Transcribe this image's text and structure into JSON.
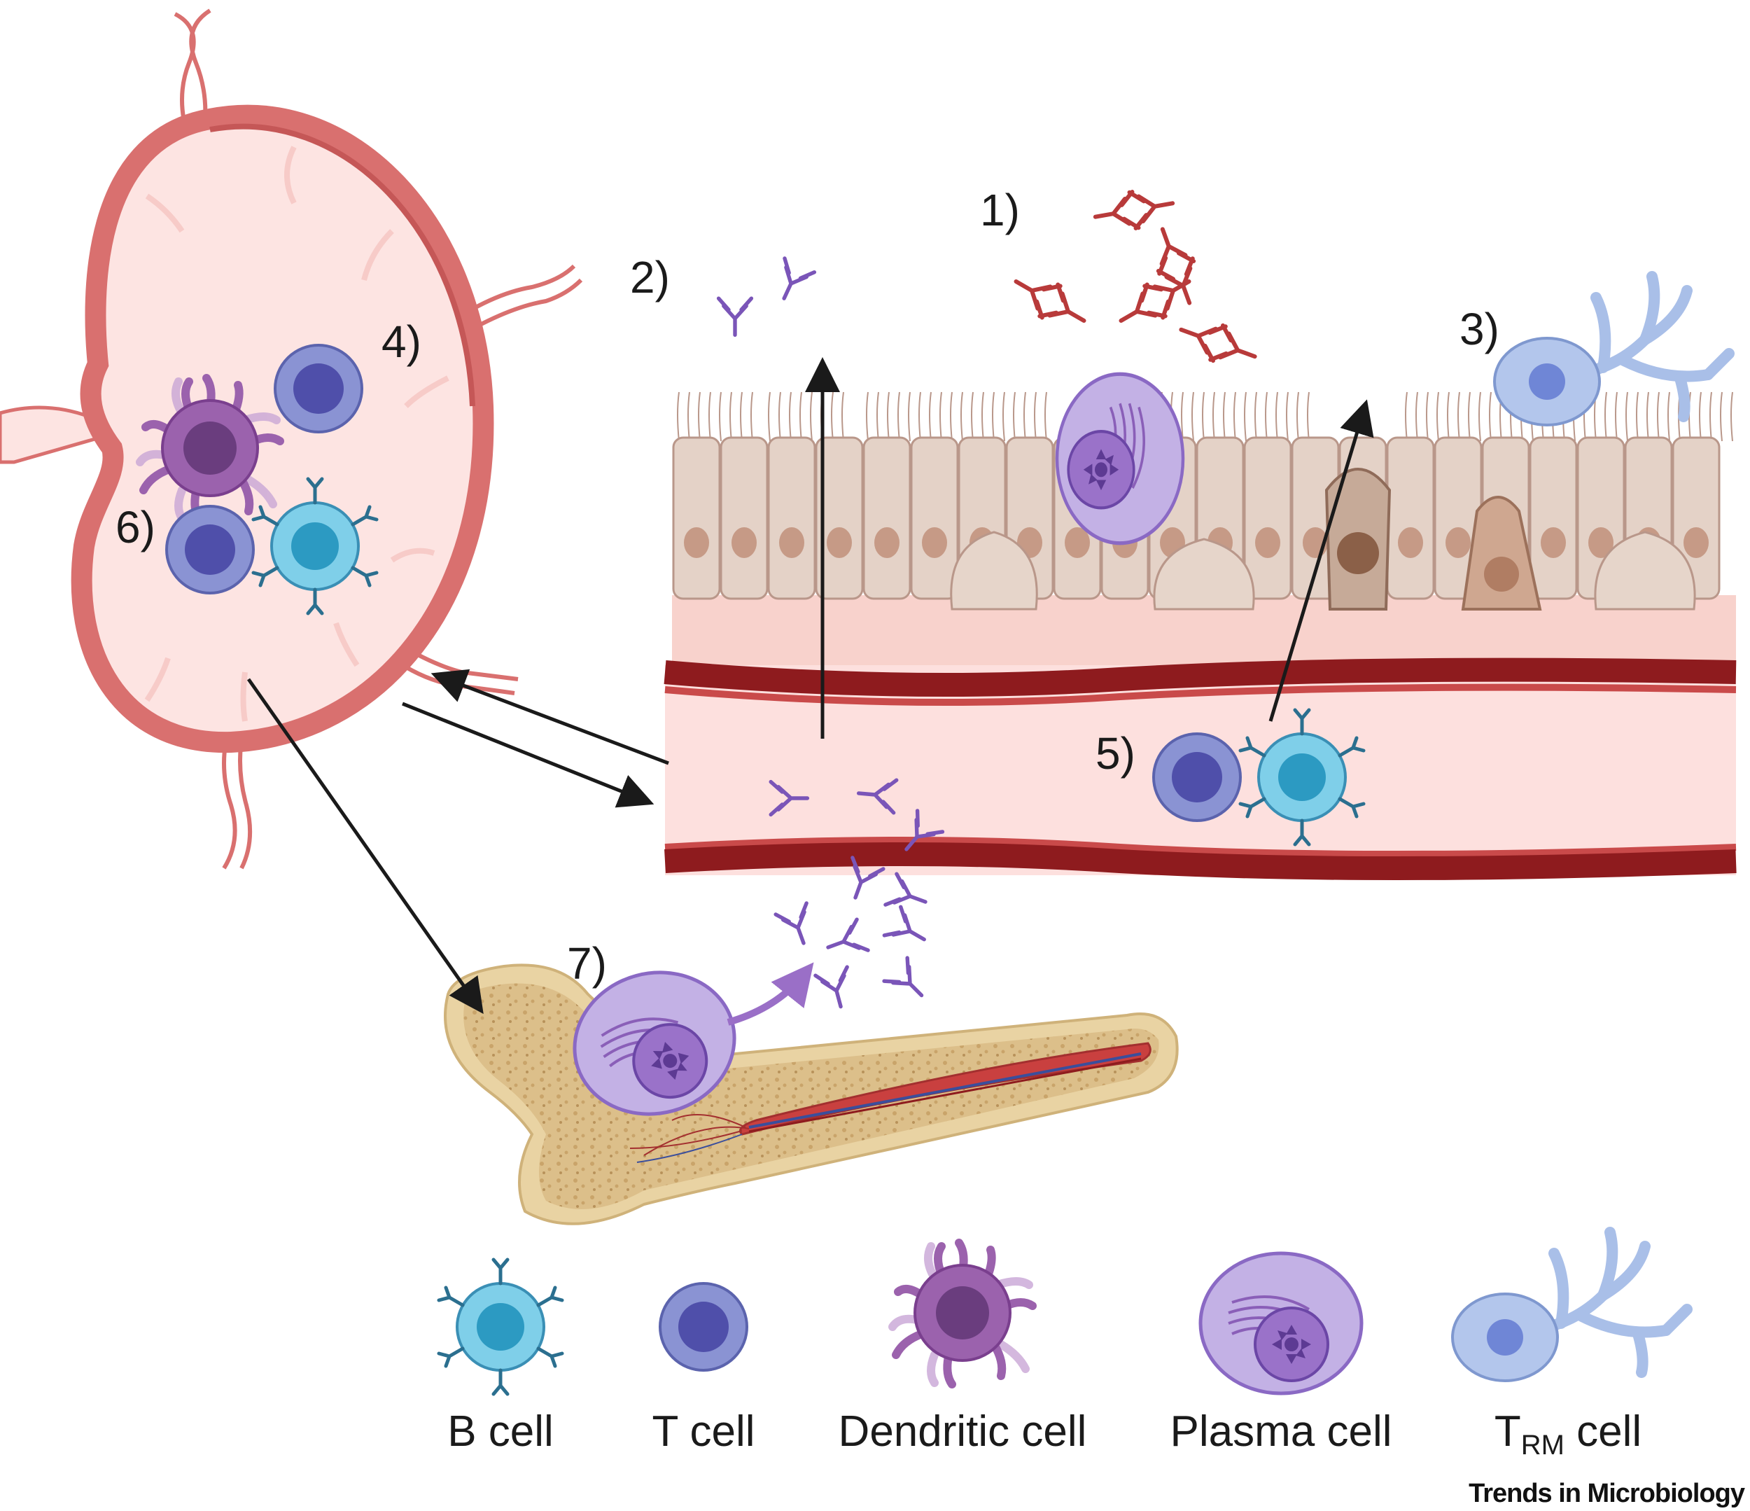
{
  "labels": {
    "step1": "1)",
    "step2": "2)",
    "step3": "3)",
    "step4": "4)",
    "step5": "5)",
    "step6": "6)",
    "step7": "7)"
  },
  "legend": {
    "b_cell": "B cell",
    "t_cell": "T cell",
    "dendritic_cell": "Dendritic cell",
    "plasma_cell": "Plasma cell",
    "trm_cell_main": "T",
    "trm_cell_sub": "RM",
    "trm_cell_suffix": " cell"
  },
  "journal": "Trends in Microbiology",
  "colors": {
    "lymph_node_fill": "#fde4e2",
    "lymph_node_capsule": "#d9706f",
    "vessel_wall": "#8e1b1e",
    "vessel_lumen": "#fde0de",
    "epithelium": "#e7d6cb",
    "bone": "#e9d3a3",
    "b_cell": "#6fc6e3",
    "t_cell": "#7e86c9",
    "dendritic_cell": "#9b62ad",
    "plasma_cell": "#b9a7dd",
    "trm_cell": "#a9bfe8",
    "antibody_red": "#b83a3a",
    "antibody_purple": "#7a55b8",
    "antibody_blue": "#2b6f8f"
  }
}
